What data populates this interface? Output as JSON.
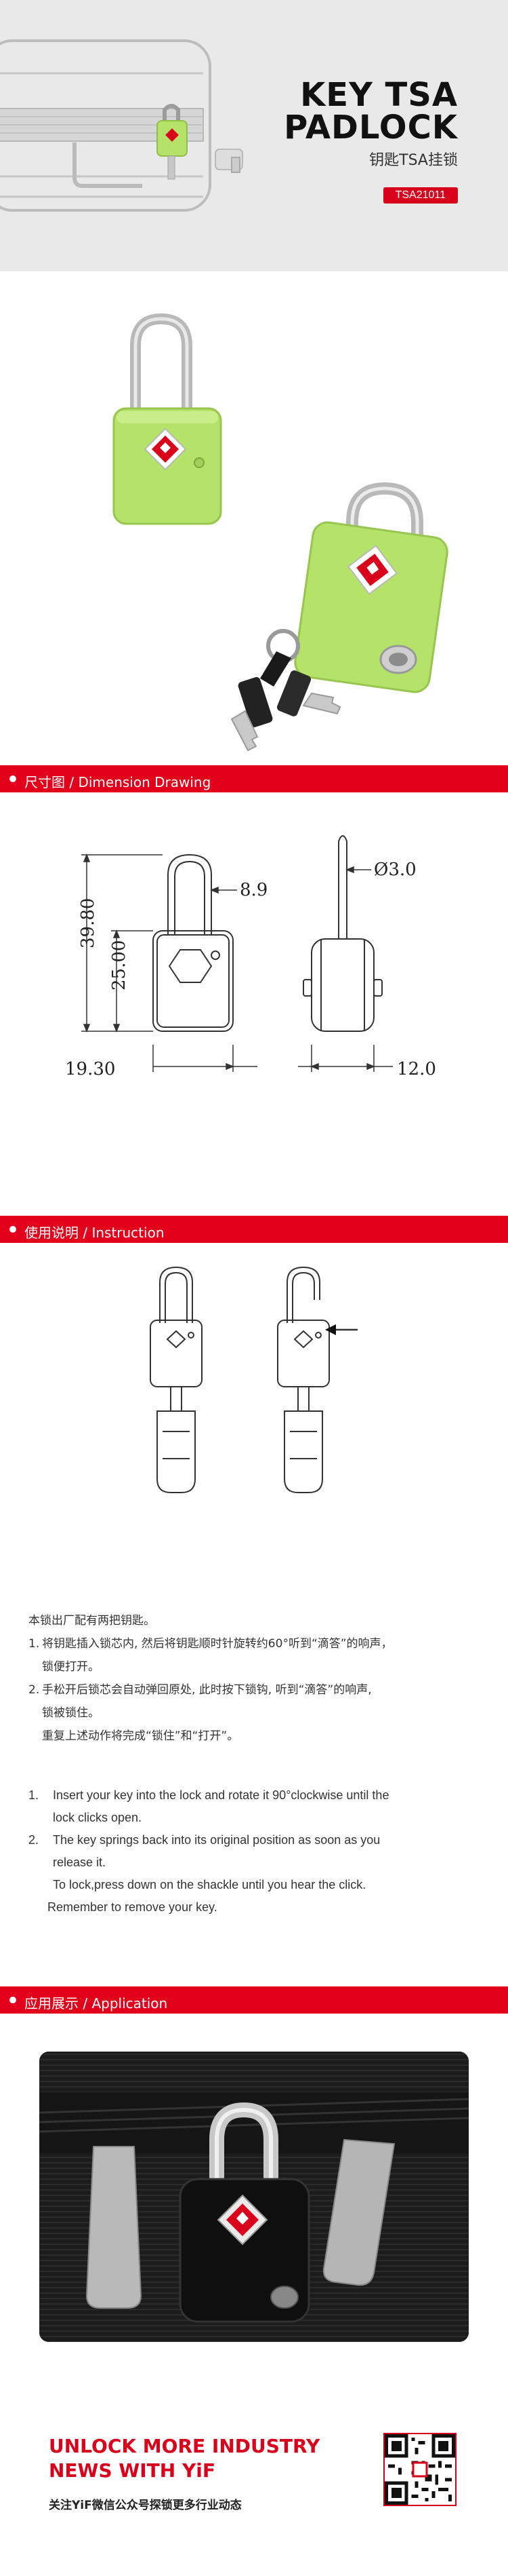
{
  "hero": {
    "title_line1": "KEY TSA",
    "title_line2": "PADLOCK",
    "subtitle": "钥匙TSA挂锁",
    "model": "TSA21011"
  },
  "sections": {
    "dimension": "尺寸图 / Dimension Drawing",
    "instruction": "使用说明 / Instruction",
    "application": "应用展示 / Application"
  },
  "dimensions": {
    "shackle_diameter": "Ø3.0",
    "shackle_clearance": "8.9",
    "total_height": "39.80",
    "body_height": "25.00",
    "width": "19.30",
    "thickness": "12.0"
  },
  "instructions_cn": {
    "intro": "本锁出厂配有两把钥匙。",
    "step1_num": "1.",
    "step1": "将钥匙插入锁芯内, 然后将钥匙顺时针旋转约60°听到“滴答”的响声，",
    "step1_cont": "锁便打开。",
    "step2_num": "2.",
    "step2": "手松开后锁芯会自动弹回原处, 此时按下锁钩, 听到“滴答”的响声,",
    "step2_cont": "锁被锁住。",
    "repeat": "重复上述动作将完成“锁住”和“打开”。"
  },
  "instructions_en": {
    "step1_num": "1.",
    "step1": "Insert your key into the lock and rotate it 90°clockwise until the",
    "step1_cont": "lock clicks open.",
    "step2_num": "2.",
    "step2": "The key springs back into its original position as soon as you",
    "step2_cont": "release it.",
    "step2_more": "To lock,press down on the shackle until you hear the click.",
    "reminder": "Remember to remove your key."
  },
  "footer": {
    "slogan_line1": "UNLOCK MORE INDUSTRY",
    "slogan_line2": "NEWS WITH YiF",
    "wechat": "关注YiF微信公众号探锁更多行业动态"
  },
  "colors": {
    "accent": "#e3001b",
    "lock_green": "#b5e36a",
    "hero_bg": "#e9e9e9"
  }
}
